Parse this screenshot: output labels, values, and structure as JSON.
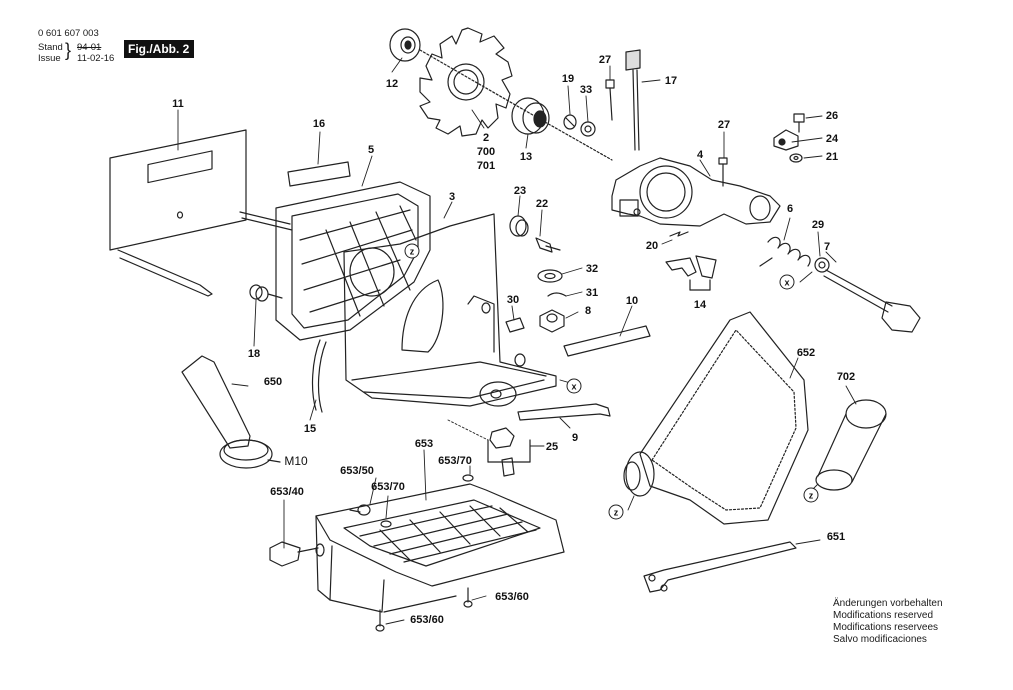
{
  "header": {
    "part_number": "0 601 607 003",
    "stand_label": "Stand",
    "stand_value": "94-01",
    "issue_label": "Issue",
    "issue_value": "11-02-16",
    "figure": "Fig./Abb. 2"
  },
  "callouts": {
    "c12": "12",
    "c2": "2",
    "c700": "700",
    "c701": "701",
    "c13": "13",
    "c19": "19",
    "c33": "33",
    "c27a": "27",
    "c17": "17",
    "c26": "26",
    "c24": "24",
    "c21": "21",
    "c27b": "27",
    "c4": "4",
    "c11": "11",
    "c16": "16",
    "c5": "5",
    "c3": "3",
    "c23": "23",
    "c22": "22",
    "c20": "20",
    "c6": "6",
    "c29": "29",
    "c7": "7",
    "c32": "32",
    "c31": "31",
    "c30": "30",
    "c8": "8",
    "c10": "10",
    "c14": "14",
    "c18": "18",
    "c650": "650",
    "c15": "15",
    "c9": "9",
    "c25": "25",
    "c652": "652",
    "c702": "702",
    "c653": "653",
    "c653_50": "653/50",
    "c653_70a": "653/70",
    "c653_70b": "653/70",
    "c653_40": "653/40",
    "c653_60a": "653/60",
    "c653_60b": "653/60",
    "c651": "651",
    "m10": "M10",
    "marker_z": "z",
    "marker_x": "x"
  },
  "notes": [
    "Änderungen vorbehalten",
    "Modifications reserved",
    "Modifications reservees",
    "Salvo modificaciones"
  ]
}
